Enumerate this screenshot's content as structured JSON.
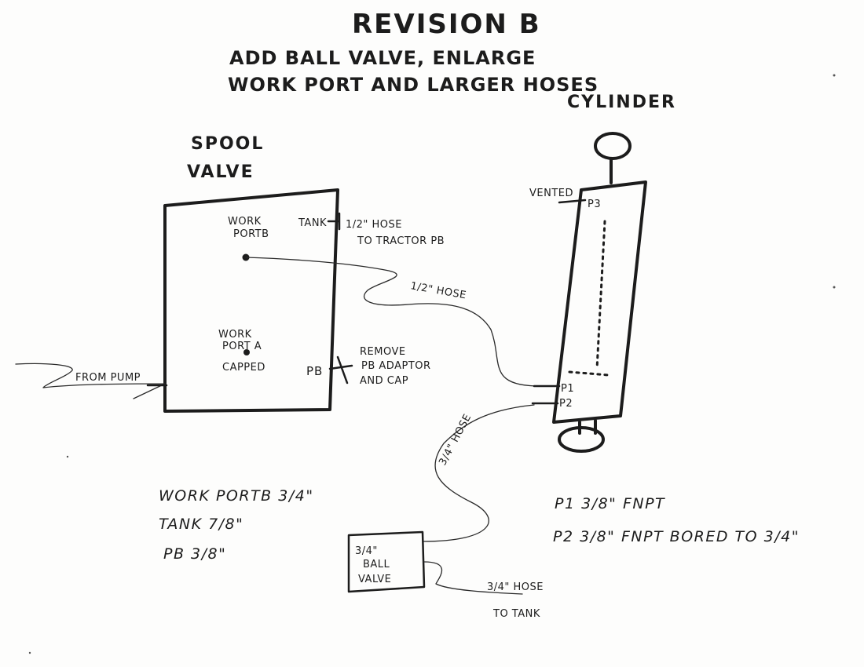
{
  "title": "REVISION B",
  "subtitle": {
    "line1": "ADD BALL VALVE, ENLARGE",
    "line2": "WORK PORT AND LARGER HOSES"
  },
  "spool_valve": {
    "label_line1": "SPOOL",
    "label_line2": "VALVE",
    "work_port_b_line1": "WORK",
    "work_port_b_line2": "PORTB",
    "work_port_a_line1": "WORK",
    "work_port_a_line2": "PORT A",
    "work_port_a_line3": "CAPPED",
    "tank_label": "TANK",
    "pb_label": "PB"
  },
  "cylinder": {
    "label": "CYLINDER",
    "vented_label": "VENTED",
    "p3_label": "P3",
    "p1_label": "P1",
    "p2_label": "P2"
  },
  "hoses": {
    "tank_hose_line1": "1/2\" HOSE",
    "tank_hose_line2": "TO TRACTOR PB",
    "work_hose": "1/2\" HOSE",
    "from_pump": "FROM PUMP",
    "p2_hose": "3/4\" HOSE",
    "to_tank_line1": "3/4\" HOSE",
    "to_tank_line2": "TO TANK"
  },
  "pb_note": {
    "line1": "REMOVE",
    "line2": "PB ADAPTOR",
    "line3": "AND CAP"
  },
  "ball_valve": {
    "line1": "3/4\"",
    "line2": "BALL",
    "line3": "VALVE"
  },
  "spool_specs": [
    {
      "text": "WORK PORTB 3/4\""
    },
    {
      "text": "TANK 7/8\""
    },
    {
      "text": "PB 3/8\""
    }
  ],
  "cylinder_specs": [
    {
      "text": "P1  3/8\"  FNPT"
    },
    {
      "text": "P2  3/8\"  FNPT  BORED TO 3/4\""
    }
  ]
}
